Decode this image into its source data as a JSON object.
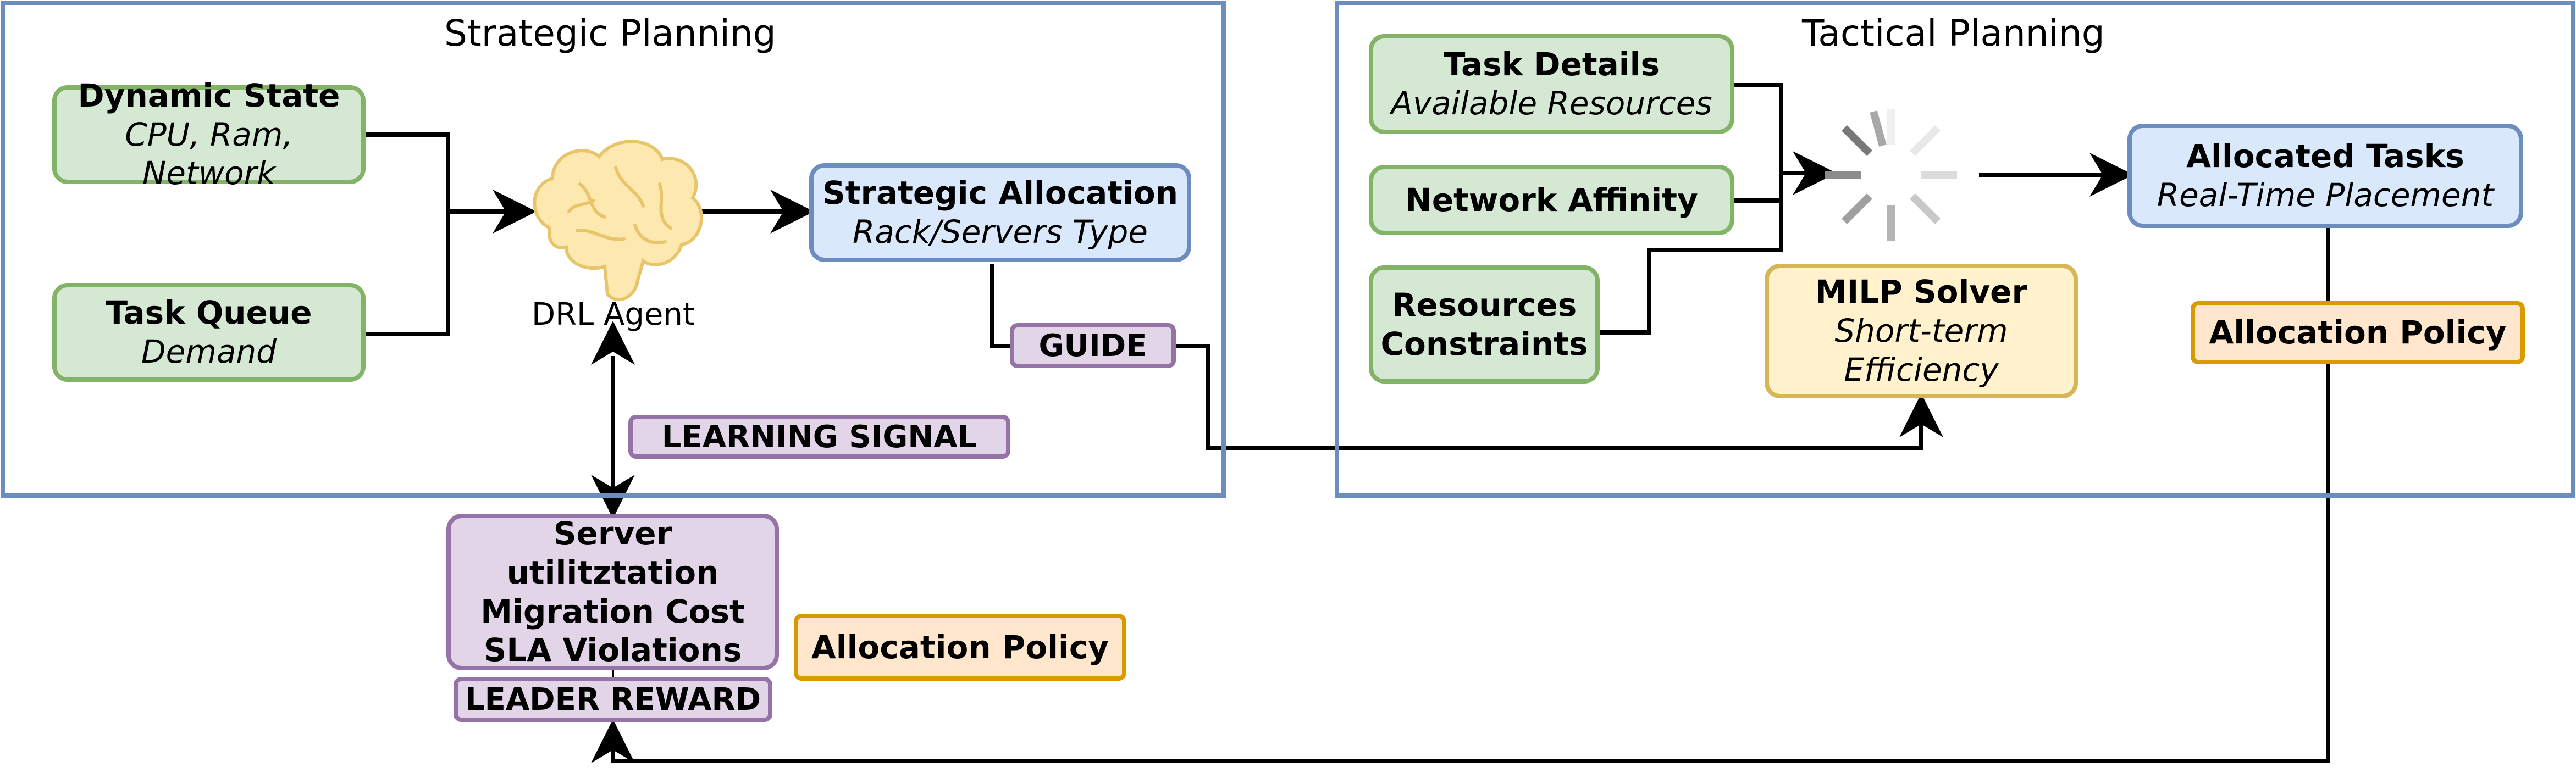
{
  "strategic": {
    "title": "Strategic Planning",
    "dynamic_state": {
      "title": "Dynamic State",
      "subtitle": "CPU, Ram, Network"
    },
    "task_queue": {
      "title": "Task Queue",
      "subtitle": "Demand"
    },
    "agent_label": "DRL Agent",
    "strategic_allocation": {
      "title": "Strategic Allocation",
      "subtitle": "Rack/Servers Type"
    },
    "guide_tag": "GUIDE",
    "learning_signal_tag": "LEARNING SIGNAL"
  },
  "tactical": {
    "title": "Tactical Planning",
    "task_details": {
      "title": "Task Details",
      "subtitle": "Available Resources"
    },
    "network_affinity": {
      "title": "Network Affinity"
    },
    "resources_constraints": {
      "line1": "Resources",
      "line2": "Constraints"
    },
    "milp_solver": {
      "title": "MILP Solver",
      "line1": "Short-term",
      "line2": "Efficiency"
    },
    "allocated_tasks": {
      "title": "Allocated Tasks",
      "subtitle": "Real-Time Placement"
    },
    "allocation_policy": "Allocation Policy"
  },
  "reward": {
    "line1": "Server utilitztation",
    "line2": "Migration Cost",
    "line3": "SLA Violations",
    "leader_reward_tag": "LEADER REWARD",
    "allocation_policy": "Allocation Policy"
  },
  "icons": [
    "brain-icon",
    "spinner-icon"
  ],
  "colors": {
    "panel_border": "#6c8ebf",
    "green_fill": "#d5e8d4",
    "green_border": "#82b366",
    "blue_fill": "#dae8fc",
    "blue_border": "#6c8ebf",
    "yellow_fill": "#fff2cc",
    "yellow_border": "#d6b656",
    "orange_fill": "#ffe6cc",
    "orange_border": "#d79b00",
    "purple_fill": "#e1d5e7",
    "purple_border": "#9673a6",
    "brain_fill": "#fde9b0",
    "brain_stroke": "#e8c56a"
  }
}
